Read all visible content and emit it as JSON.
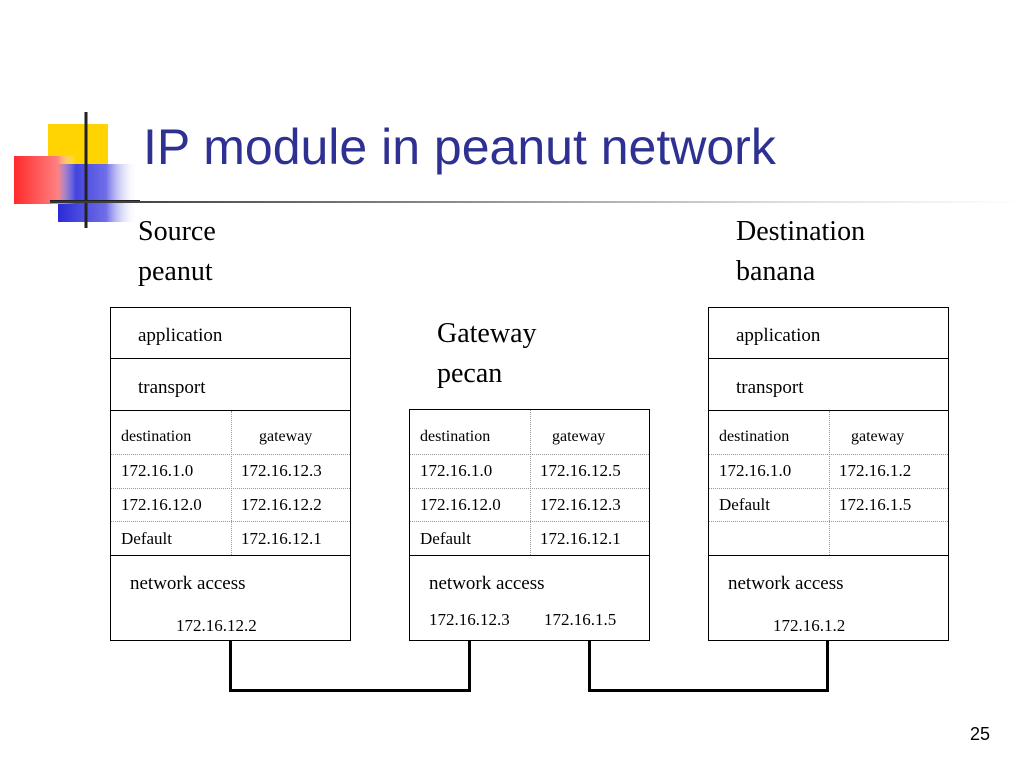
{
  "slide": {
    "title": "IP module in peanut network",
    "page_number": "25"
  },
  "labels": {
    "source_line1": "Source",
    "source_line2": "peanut",
    "gateway_line1": "Gateway",
    "gateway_line2": "pecan",
    "dest_line1": "Destination",
    "dest_line2": "banana"
  },
  "source": {
    "application": "application",
    "transport": "transport",
    "table_header": {
      "destination": "destination",
      "gateway": "gateway"
    },
    "routes": [
      {
        "destination": "172.16.1.0",
        "gateway": "172.16.12.3"
      },
      {
        "destination": "172.16.12.0",
        "gateway": "172.16.12.2"
      },
      {
        "destination": "Default",
        "gateway": "172.16.12.1"
      }
    ],
    "network_access": "network access",
    "addresses": [
      "172.16.12.2"
    ]
  },
  "gateway": {
    "table_header": {
      "destination": "destination",
      "gateway": "gateway"
    },
    "routes": [
      {
        "destination": "172.16.1.0",
        "gateway": "172.16.12.5"
      },
      {
        "destination": "172.16.12.0",
        "gateway": "172.16.12.3"
      },
      {
        "destination": "Default",
        "gateway": "172.16.12.1"
      }
    ],
    "network_access": "network access",
    "addresses": [
      "172.16.12.3",
      "172.16.1.5"
    ]
  },
  "destination": {
    "application": "application",
    "transport": "transport",
    "table_header": {
      "destination": "destination",
      "gateway": "gateway"
    },
    "routes": [
      {
        "destination": "172.16.1.0",
        "gateway": "172.16.1.2"
      },
      {
        "destination": "Default",
        "gateway": "172.16.1.5"
      },
      {
        "destination": "",
        "gateway": ""
      }
    ],
    "network_access": "network access",
    "addresses": [
      "172.16.1.2"
    ]
  },
  "colors": {
    "title": "#2e3192",
    "deco_yellow": "#ffd700",
    "deco_blue": "#3333cc",
    "deco_red": "#ff3333"
  }
}
